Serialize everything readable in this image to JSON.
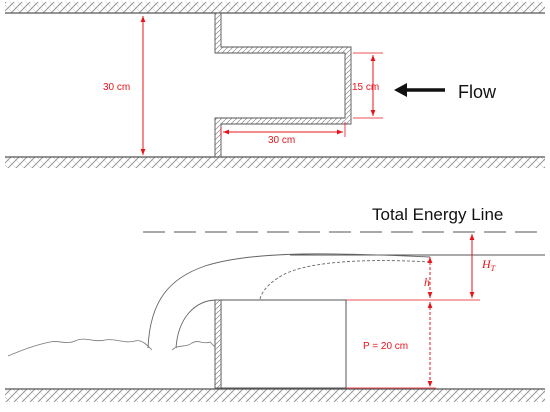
{
  "colors": {
    "dimension": "#e8141b",
    "wall": "#555555",
    "hatch": "#8a8a8a",
    "text": "#111111"
  },
  "plan_view": {
    "channel_width_label": "30 cm",
    "opening_width_label": "15 cm",
    "weir_length_label": "30 cm",
    "flow_label": "Flow",
    "flow_arrow_icon": "arrow-left-icon"
  },
  "section_view": {
    "energy_line_label": "Total Energy Line",
    "head_label": "h",
    "total_head_label_main": "H",
    "total_head_label_sub": "T",
    "weir_height_label": "P = 20 cm"
  }
}
